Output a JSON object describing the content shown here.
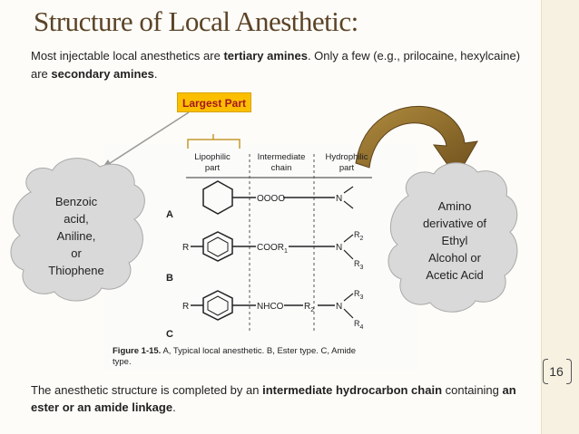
{
  "slide": {
    "title": "Structure of Local Anesthetic:",
    "page_number": "16"
  },
  "intro": {
    "part1": "Most injectable local anesthetics are ",
    "bold1": "tertiary amines",
    "part2": ". Only a few (e.g., prilocaine, hexylcaine) are ",
    "bold2": "secondary amines",
    "part3": "."
  },
  "largest_label": "Largest Part",
  "left_cloud": {
    "lines": [
      "Benzoic",
      "acid,",
      "Aniline,",
      "or",
      "Thiophene"
    ]
  },
  "right_cloud": {
    "lines": [
      "Amino",
      "derivative of",
      "Ethyl",
      "Alcohol or",
      "Acetic Acid"
    ]
  },
  "figure": {
    "headers": {
      "lipophilic": [
        "Lipophilic",
        "part"
      ],
      "intermediate": [
        "Intermediate",
        "chain"
      ],
      "hydrophilic": [
        "Hydrophilic",
        "part"
      ]
    },
    "row_labels": [
      "A",
      "B",
      "C"
    ],
    "r_label": "R",
    "chain_a": "OOOO",
    "chain_b": "COOR",
    "chain_b_sub": "1",
    "chain_c": "NHCO",
    "chain_c_r": "R",
    "chain_c_r_sub": "2",
    "n_label": "N",
    "r_labels": {
      "b_top": "R",
      "b_top_sub": "2",
      "b_bottom": "R",
      "b_bottom_sub": "3",
      "c_top": "R",
      "c_top_sub": "3",
      "c_bottom": "R",
      "c_bottom_sub": "4"
    },
    "caption_bold": "Figure 1-15.",
    "caption_text": "A, Typical local anesthetic. B, Ester type. C, Amide type."
  },
  "footer": {
    "part1": "The anesthetic structure is completed by an ",
    "bold1": "intermediate hydrocarbon chain",
    "part2": " containing ",
    "bold2": "an ester or an amide linkage",
    "part3": "."
  },
  "colors": {
    "title": "#5b4326",
    "cloud_fill": "#d9d9d9",
    "arrow_brown": "#8c6c2c",
    "largest_bg": "#fbbf00",
    "largest_text": "#a4171b",
    "sidebar": "#f6f1e1"
  }
}
